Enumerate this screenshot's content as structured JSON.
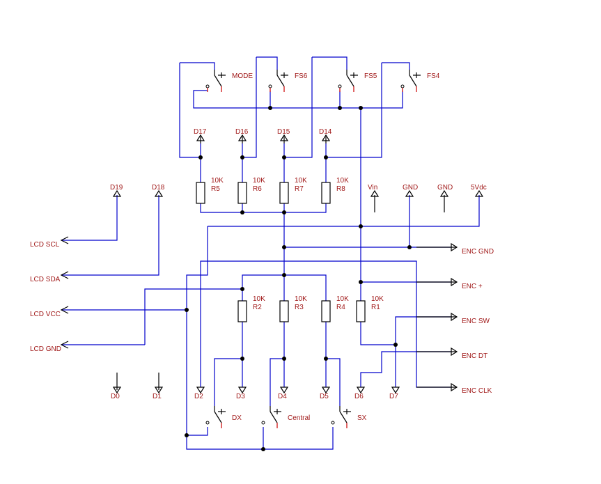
{
  "switches_top": [
    {
      "label": "MODE"
    },
    {
      "label": "FS6"
    },
    {
      "label": "FS5"
    },
    {
      "label": "FS4"
    }
  ],
  "switches_bottom": [
    {
      "label": "DX"
    },
    {
      "label": "Central"
    },
    {
      "label": "SX"
    }
  ],
  "top_pins": [
    "D17",
    "D16",
    "D15",
    "D14"
  ],
  "top_resistors": [
    {
      "value": "10K",
      "ref": "R5"
    },
    {
      "value": "10K",
      "ref": "R6"
    },
    {
      "value": "10K",
      "ref": "R7"
    },
    {
      "value": "10K",
      "ref": "R8"
    }
  ],
  "bottom_resistors": [
    {
      "value": "10K",
      "ref": "R2"
    },
    {
      "value": "10K",
      "ref": "R3"
    },
    {
      "value": "10K",
      "ref": "R4"
    },
    {
      "value": "10K",
      "ref": "R1"
    }
  ],
  "aux_pins": [
    "D19",
    "D18"
  ],
  "power_pins": [
    "Vin",
    "GND",
    "GND",
    "5Vdc"
  ],
  "lcd_labels": [
    "LCD SCL",
    "LCD SDA",
    "LCD VCC",
    "LCD GND"
  ],
  "enc_labels": [
    "ENC GND",
    "ENC +",
    "ENC SW",
    "ENC DT",
    "ENC CLK"
  ],
  "bottom_pins": [
    "D0",
    "D1",
    "D2",
    "D3",
    "D4",
    "D5",
    "D6",
    "D7"
  ],
  "colors": {
    "wire": "#0000cc",
    "label": "#a01818",
    "component": "#000000",
    "switch_pin": "#cc0000"
  }
}
